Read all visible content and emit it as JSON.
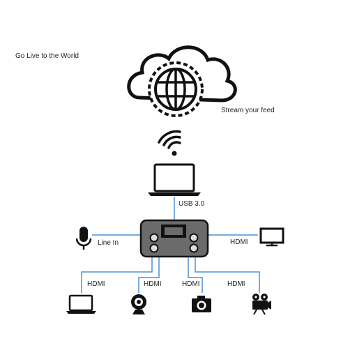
{
  "labels": {
    "headline": "Go Live to the World",
    "stream": "Stream your feed",
    "usb": "USB 3.0",
    "line_in": "Line In",
    "hdmi_monitor": "HDMI",
    "hdmi_laptop": "HDMI",
    "hdmi_webcam": "HDMI",
    "hdmi_camera": "HDMI",
    "hdmi_camcorder": "HDMI"
  },
  "icons": {
    "cloud": "cloud-globe-icon",
    "wifi": "wifi-icon",
    "laptop_top": "laptop-icon",
    "microphone": "microphone-icon",
    "encoder": "encoder-device-icon",
    "monitor": "monitor-icon",
    "laptop_bottom": "laptop-icon",
    "webcam": "webcam-icon",
    "camera": "camera-icon",
    "camcorder": "camcorder-icon"
  },
  "colors": {
    "connector": "#4a90d9",
    "icon": "#111111",
    "device_fill": "#6b6b6b"
  }
}
